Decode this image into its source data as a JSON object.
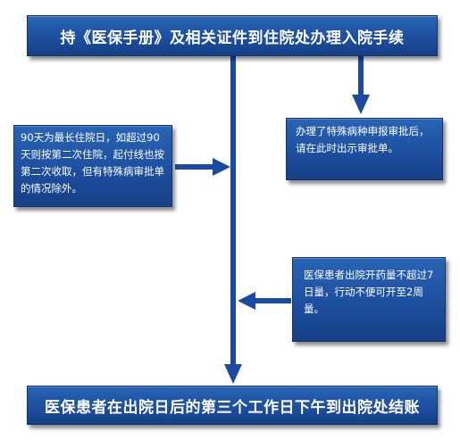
{
  "top_banner": "持《医保手册》及相关证件到住院处办理入院手续",
  "bottom_banner": "医保患者在出院日后的第三个工作日下午到出院处结账",
  "left_note": "90天为最长住院日，如超过90天则按第二次住院，起付线也按第二次收取，但有特殊病审批单的情况除外。",
  "right_top_note": "办理了特殊病种申报审批后，请在此时出示审批单。",
  "right_bottom_note": "医保患者出院开药量不超过7日量，行动不便可开至2周量。",
  "colors": {
    "box_fill": "#1d4f9f",
    "arrow": "#1b4aa3",
    "text": "#ffffff"
  }
}
